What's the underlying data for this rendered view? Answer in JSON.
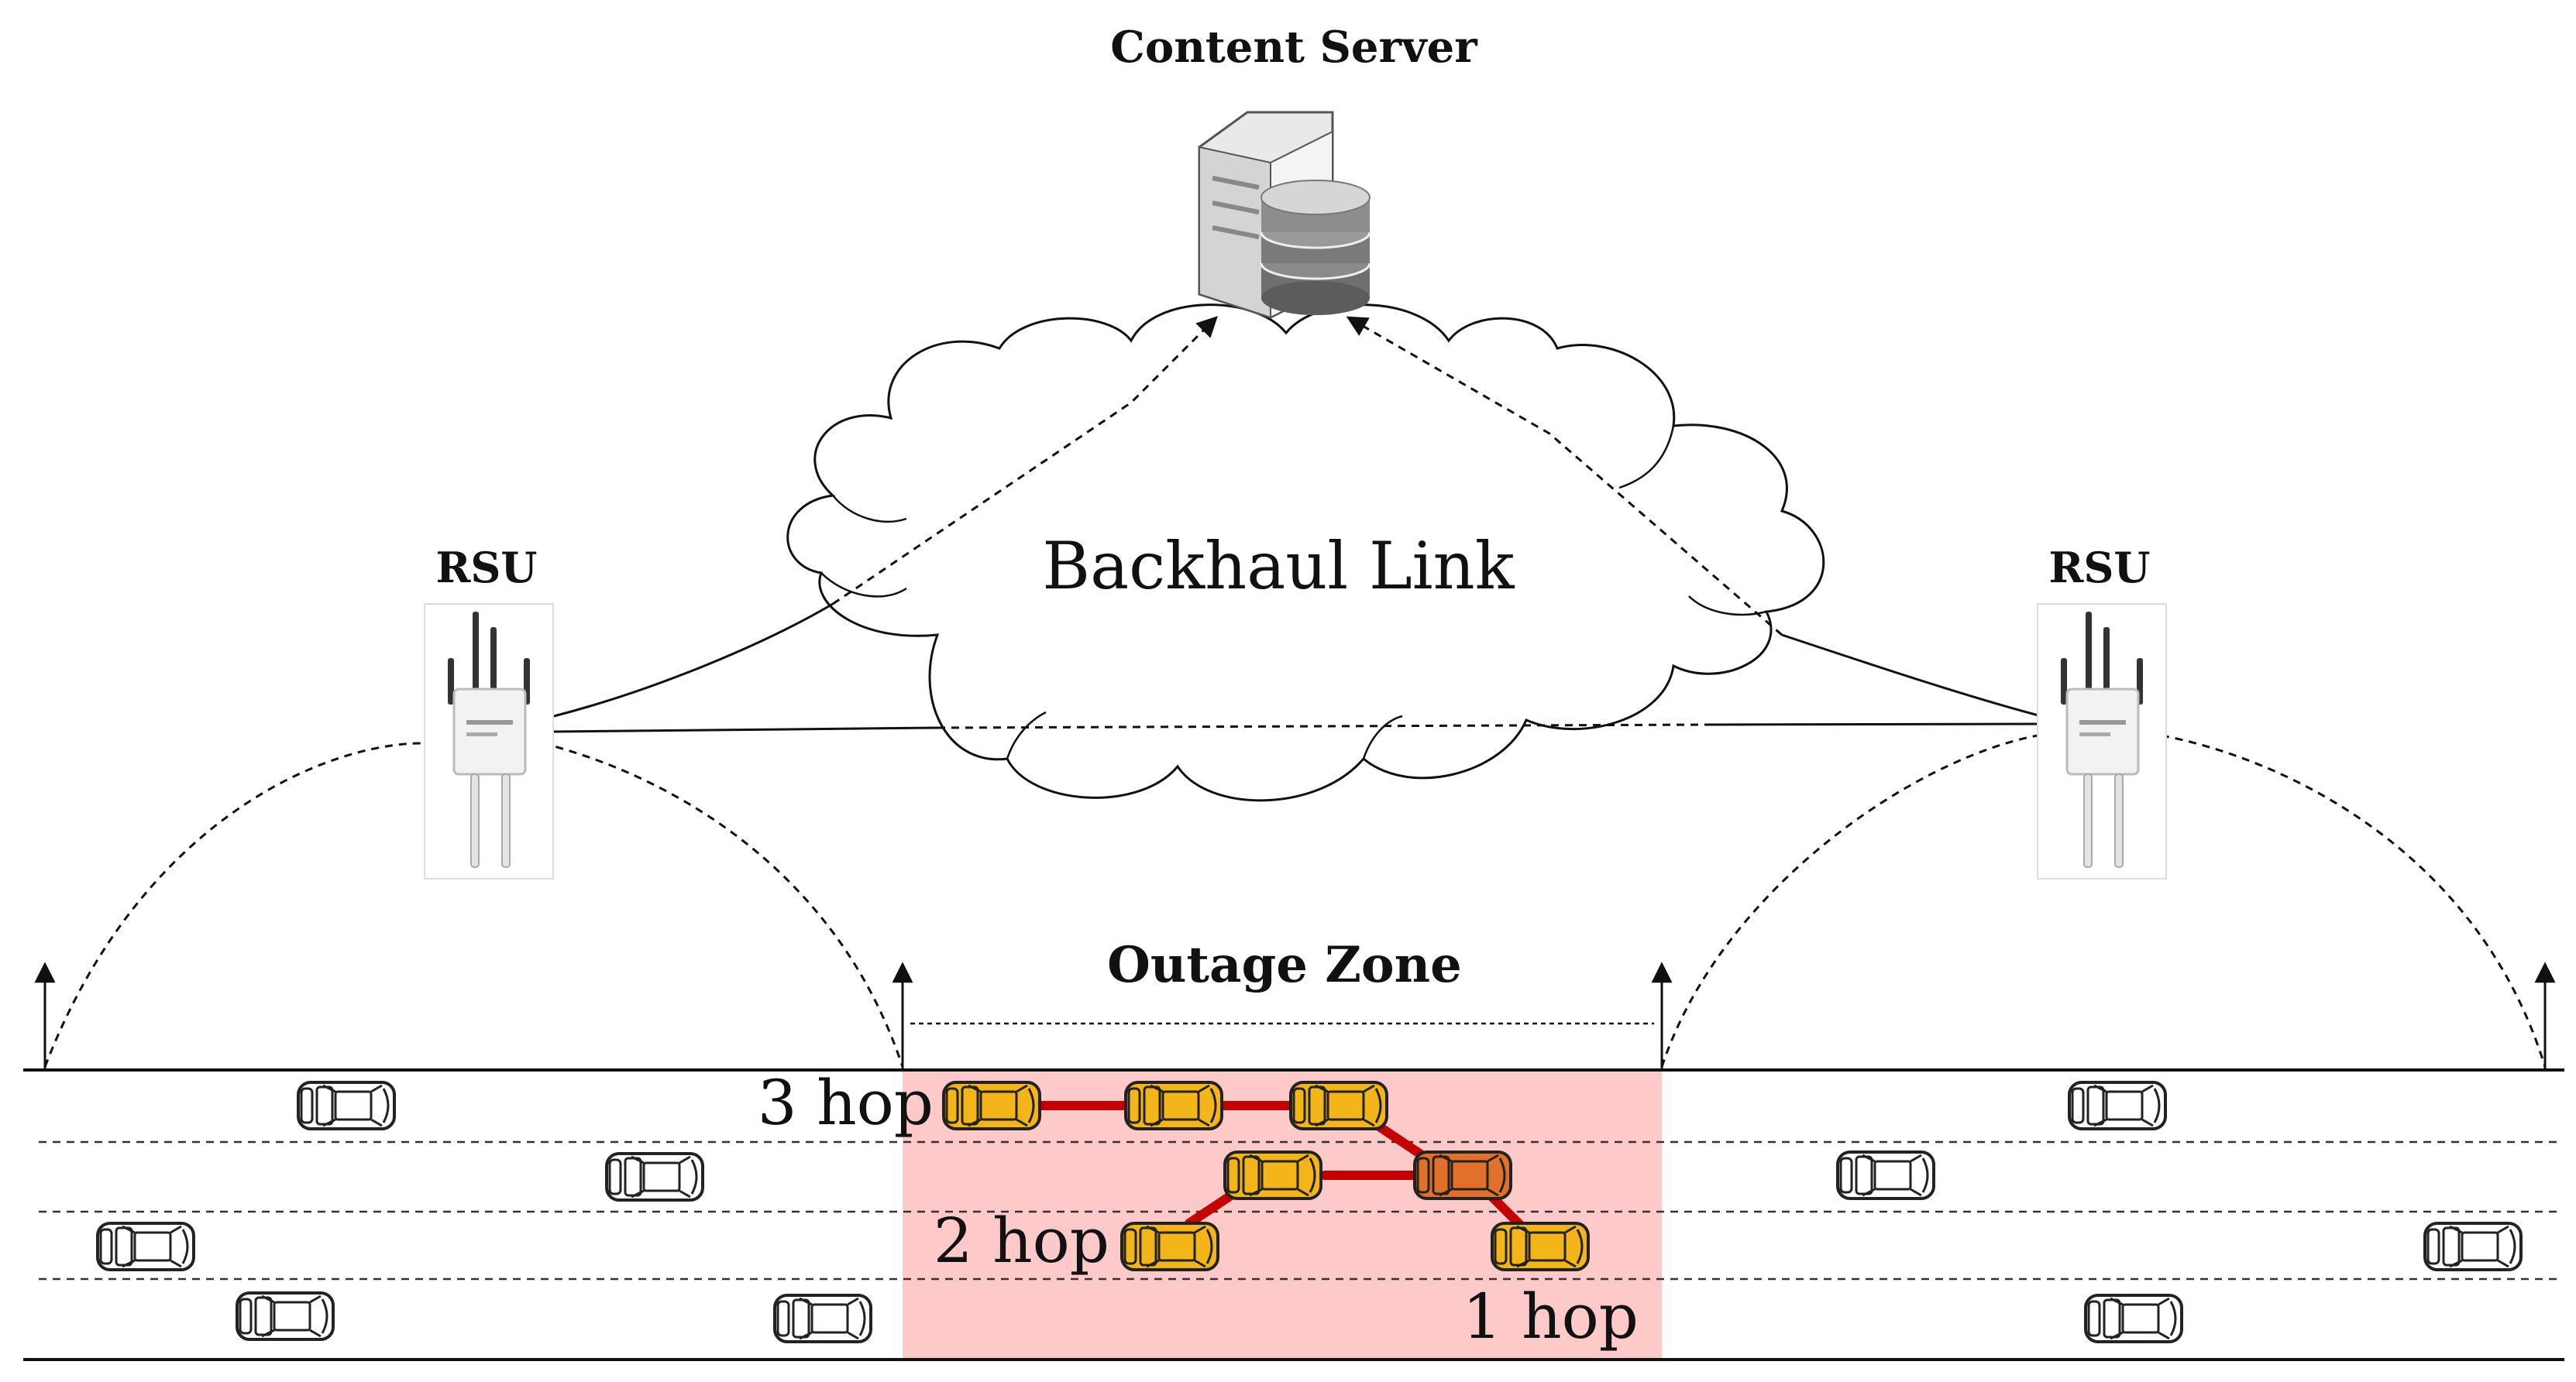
{
  "labels": {
    "server": "Content Server",
    "backhaul": "Backhaul Link",
    "rsu_left": "RSU",
    "rsu_right": "RSU",
    "outage": "Outage Zone",
    "hop3": "3 hop",
    "hop2": "2 hop",
    "hop1": "1 hop"
  },
  "colors": {
    "outage_fill": "#fdc9c9",
    "relay_car": "#f3b51a",
    "source_car": "#e0702a",
    "hop_link": "#c40000",
    "normal_car": "#ffffff"
  },
  "icons": {
    "server": "server-database-icon",
    "rsu": "roadside-unit-icon",
    "cloud": "cloud-icon",
    "car": "car-icon"
  }
}
